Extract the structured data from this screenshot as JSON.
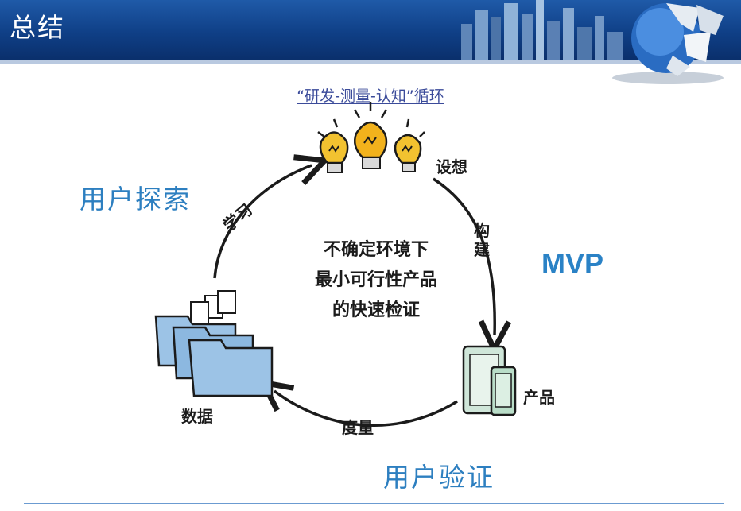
{
  "header": {
    "title": "总结"
  },
  "subtitle": "“研发-测量-认知”循环",
  "labels": {
    "user_explore": "用户探索",
    "mvp": "MVP",
    "user_verify": "用户验证"
  },
  "cycle": {
    "idea": "设想",
    "build": "构建",
    "product": "产品",
    "measure": "度量",
    "data": "数据",
    "learn": "学习"
  },
  "center": {
    "line1": "不确定环境下",
    "line2": "最小可行性产品",
    "line3": "的快速检证"
  },
  "colors": {
    "header_blue": "#1f5aa8",
    "label_blue": "#2d7fc0",
    "folder_blue": "#9cc3e6",
    "bulb_yellow": "#f2c230"
  }
}
